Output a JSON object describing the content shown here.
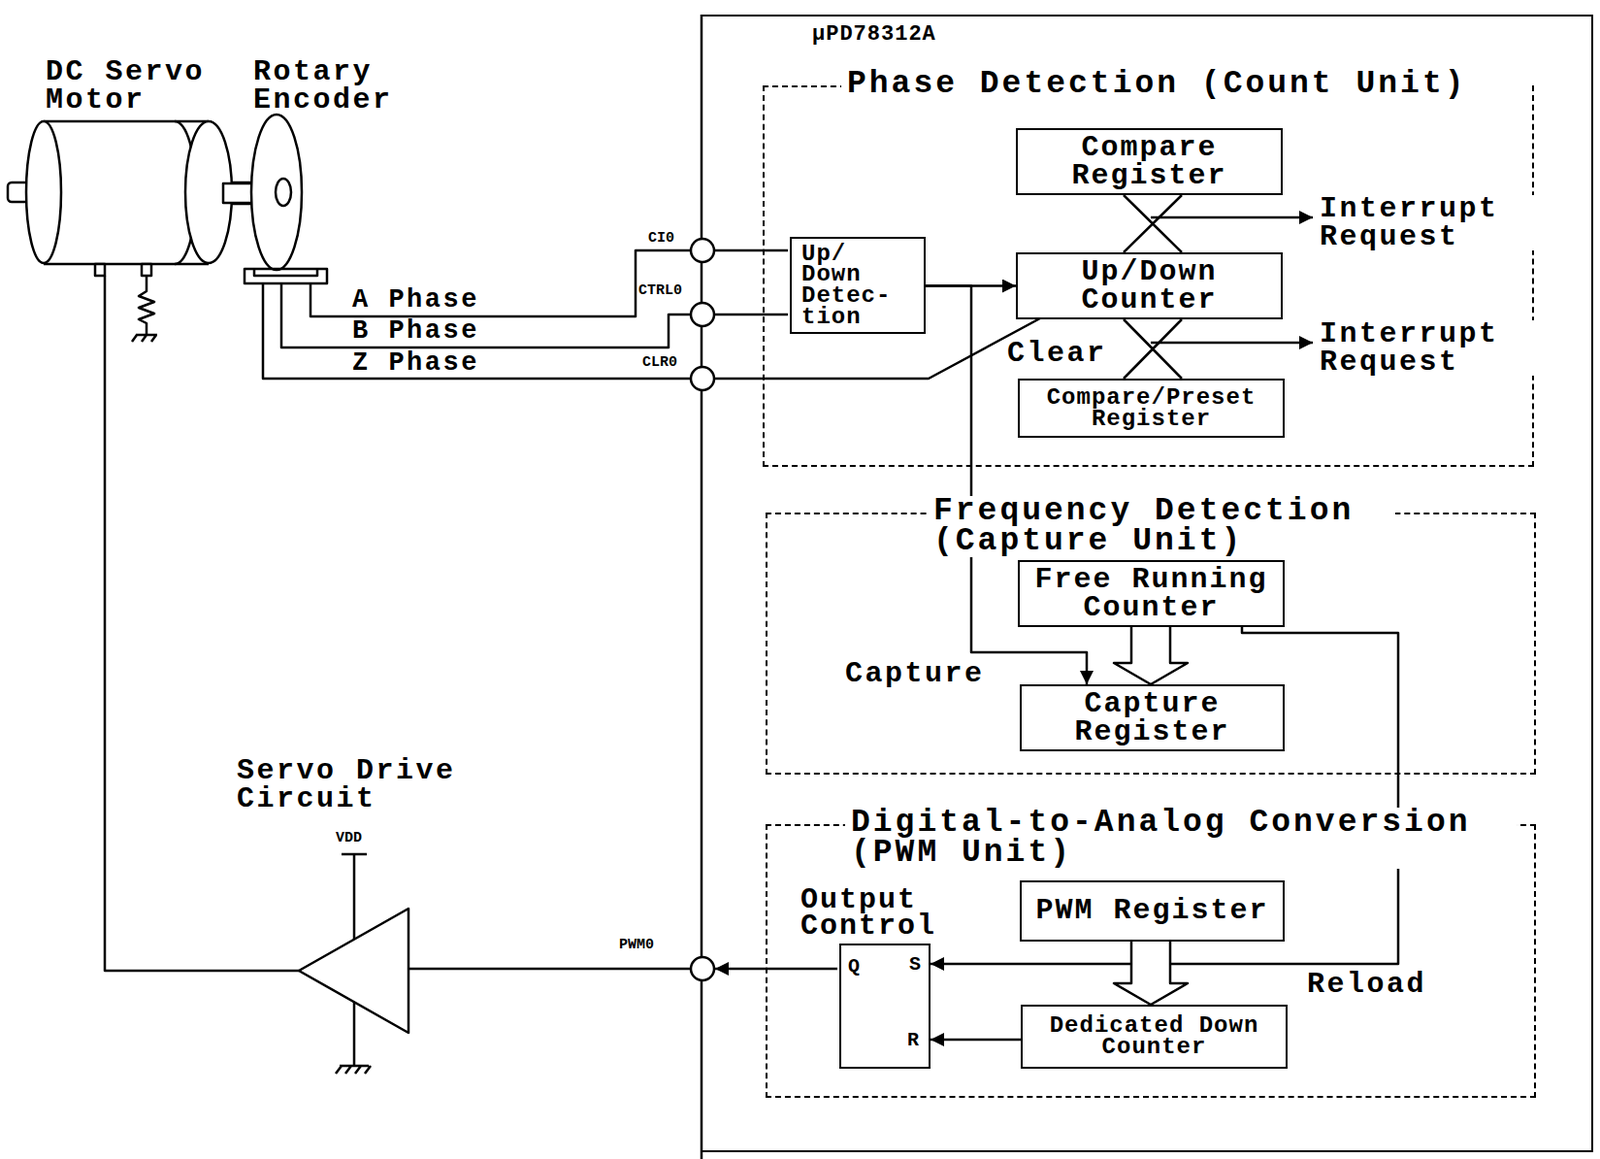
{
  "diagram": {
    "nodes": [
      {
        "text": [
          "μPD78312A"
        ]
      },
      {
        "text": [
          "Phase Detection (Count Unit)"
        ],
        "in": 0
      },
      {
        "text": [
          "Compare Register"
        ],
        "in": 1
      },
      {
        "text": [
          "Up/ Down Detec- tion"
        ],
        "in": 1
      },
      {
        "text": [
          "Up/Down Counter"
        ],
        "in": 1
      },
      {
        "text": [
          "Compare/Preset Register"
        ],
        "in": 1
      },
      {
        "text": [
          "Frequency Detection (Capture Unit)"
        ],
        "in": 0
      },
      {
        "text": [
          "Free Running Counter"
        ],
        "in": 6
      },
      {
        "text": [
          "Capture Register"
        ],
        "in": 6
      },
      {
        "text": [
          "Digital-to-Analog Conversion (PWM Unit)"
        ],
        "in": 0
      },
      {
        "text": [
          "Output Control",
          "Q",
          "S",
          "R"
        ],
        "in": 9
      },
      {
        "text": [
          "PWM Register"
        ],
        "in": 9
      },
      {
        "text": [
          "Dedicated Down Counter"
        ],
        "in": 9
      }
    ],
    "edges": [
      {
        "from": 3,
        "to": 4,
        "arrow": "to"
      },
      {
        "from": 3,
        "to": 8,
        "arrow": "to"
      },
      {
        "from": 2,
        "to": 4,
        "arrow": "none"
      },
      {
        "from": 5,
        "to": 4,
        "arrow": "none"
      },
      {
        "from": 7,
        "to": 8,
        "arrow": "to"
      },
      {
        "from": 7,
        "to": 10,
        "arrow": "to",
        "label": "Reload"
      },
      {
        "from": 11,
        "to": 12,
        "arrow": "to"
      },
      {
        "from": 12,
        "to": 10,
        "arrow": "to"
      }
    ],
    "labels": [
      "DC Servo Motor",
      "Rotary Encoder",
      "A Phase",
      "B Phase",
      "Z Phase",
      "CI0",
      "CTRL0",
      "CLR0",
      "Interrupt Request",
      "Interrupt Request",
      "Clear",
      "Capture",
      "Servo Drive Circuit",
      "VDD",
      "PWM0"
    ]
  }
}
